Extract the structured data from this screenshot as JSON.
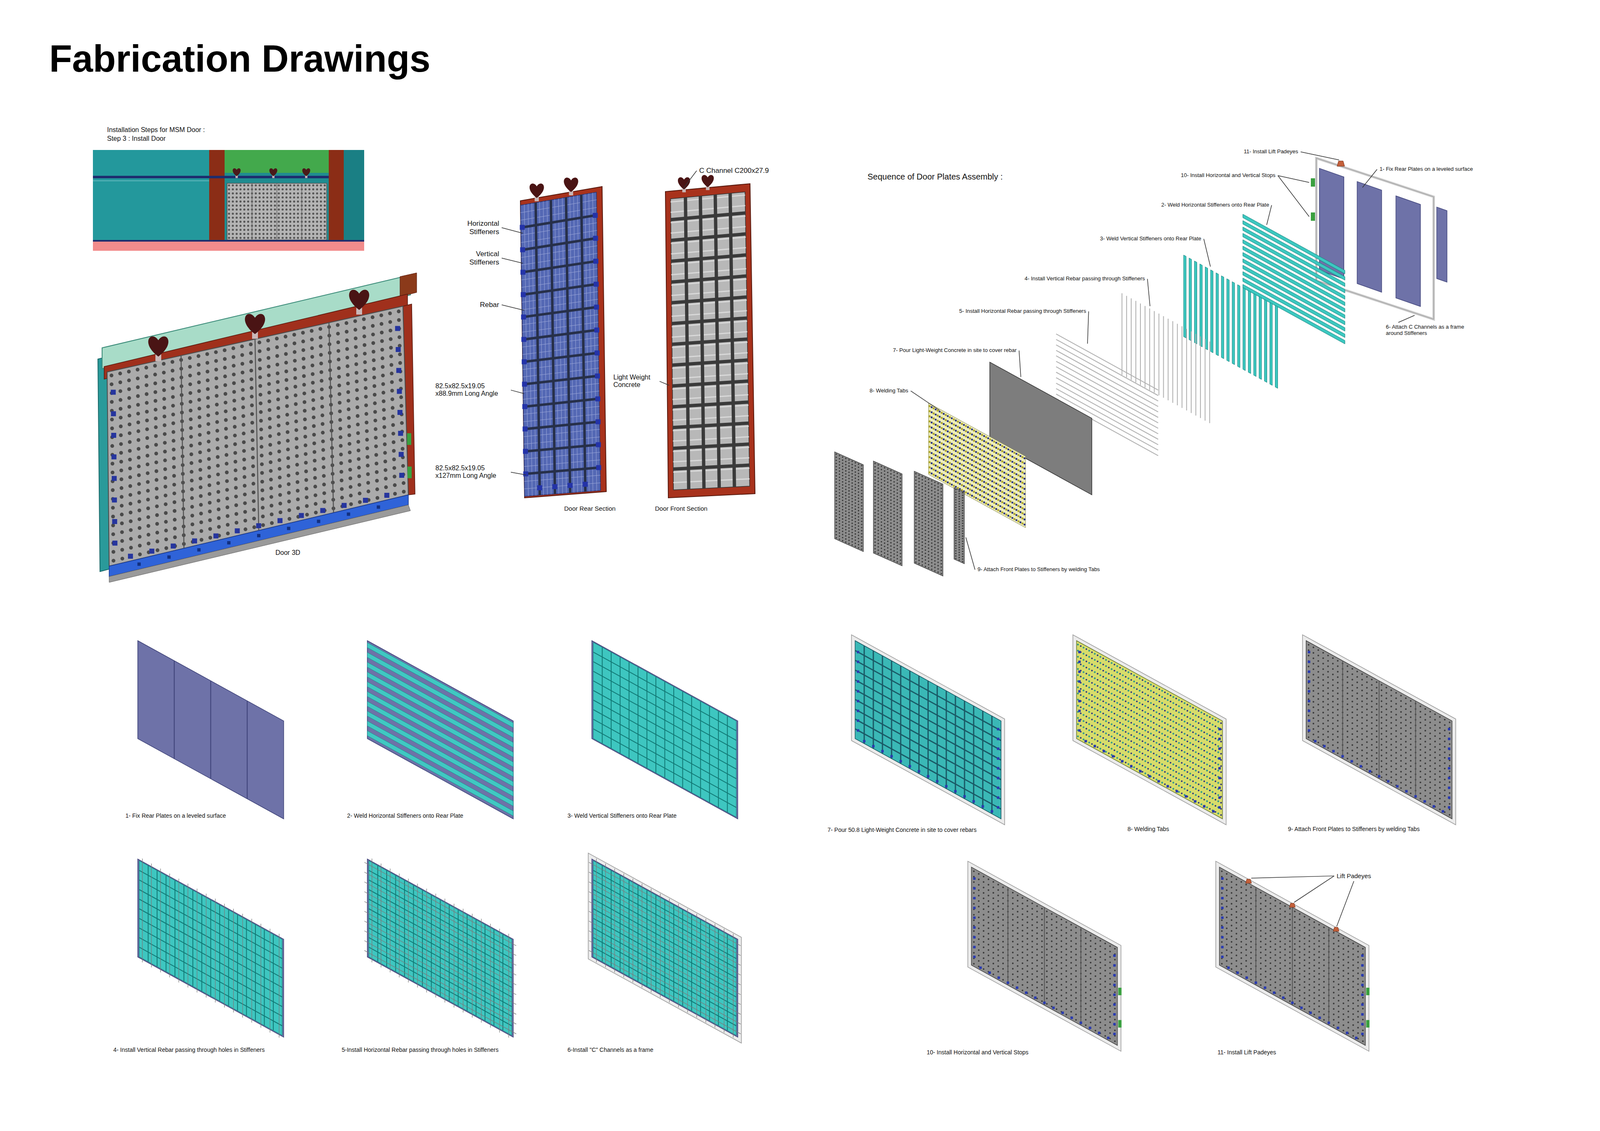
{
  "diagram": {
    "title": "Fabrication Drawings",
    "labels": [
      "Installation Steps for MSM Door :",
      "Step 3 : Install Door",
      "Door 3D",
      "Horizontal Stiffeners",
      "Vertical Stiffeners",
      "Rebar",
      "82.5x82.5x19.05 x88.9mm Long Angle",
      "82.5x82.5x19.05 x127mm Long Angle",
      "Door Rear Section",
      "C Channel C200x27.9",
      "Light Weight Concrete",
      "Door Front Section",
      "Sequence of Door Plates Assembly :",
      "11- Install Lift Padeyes",
      "1- Fix Rear Plates on a leveled surface",
      "10- Install Horizontal and Vertical Stops",
      "2- Weld Horizontal Stiffeners onto Rear Plate",
      "3- Weld Vertical Stiffeners onto Rear Plate",
      "4- Install Vertical Rebar passing through Stiffeners",
      "5- Install Horizontal Rebar passing through Stiffeners",
      "6- Attach C Channels as a frame around Stiffeners",
      "7- Pour Light-Weight Concrete in site to cover rebar",
      "8- Welding Tabs",
      "9- Attach Front Plates to Stiffeners by welding Tabs",
      "1- Fix Rear Plates on a leveled surface",
      "2- Weld Horizontal Stiffeners onto Rear Plate",
      "3- Weld Vertical Stiffeners onto Rear Plate",
      "4- Install Vertical Rebar passing through holes in Stiffeners",
      "5-Install Horizontal Rebar passing through holes in Stiffeners",
      "6-Install \"C\" Channels as a frame",
      "7- Pour 50.8 Light-Weight Concrete in site to cover rebars",
      "8- Welding Tabs",
      "9- Attach Front Plates to Stiffeners by welding Tabs",
      "10- Install Horizontal and Vertical Stops",
      "11- Install Lift Padeyes",
      "Lift Padeyes"
    ]
  }
}
